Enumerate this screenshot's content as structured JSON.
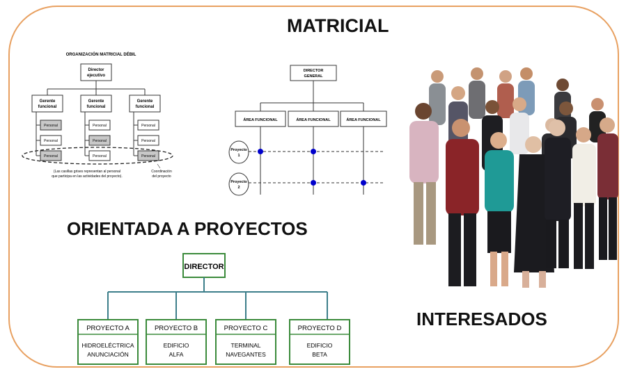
{
  "headings": {
    "matricial": "MATRICIAL",
    "orientada": "ORIENTADA A PROYECTOS",
    "interesados": "INTERESADOS"
  },
  "weak_matrix": {
    "title": "ORGANIZACIÓN MATRICIAL DÉBIL",
    "director": [
      "Director",
      "ejecutivo"
    ],
    "managers": [
      [
        "Gerente",
        "funcional"
      ],
      [
        "Gerente",
        "funcional"
      ],
      [
        "Gerente",
        "funcional"
      ]
    ],
    "staff_label": "Personal",
    "note": [
      "(Las casillas grises representan al personal",
      "que participa en las actividades del proyecto)."
    ],
    "coordination": [
      "Coordinación",
      "del proyecto"
    ]
  },
  "matrix_diagram": {
    "director": [
      "DIRECTOR",
      "GENERAL"
    ],
    "areas": [
      "ÁREA FUNCIONAL",
      "ÁREA FUNCIONAL",
      "ÁREA FUNCIONAL"
    ],
    "projects": [
      [
        "Proyecto",
        "1"
      ],
      [
        "Proyecto",
        "2"
      ]
    ]
  },
  "projectized": {
    "director": "DIRECTOR",
    "projects": [
      {
        "name": "PROYECTO A",
        "line1": "HIDROELÉCTRICA",
        "line2": "ANUNCIACIÓN"
      },
      {
        "name": "PROYECTO B",
        "line1": "EDIFICIO",
        "line2": "ALFA"
      },
      {
        "name": "PROYECTO C",
        "line1": "TERMINAL",
        "line2": "NAVEGANTES"
      },
      {
        "name": "PROYECTO D",
        "line1": "EDIFICIO",
        "line2": "BETA"
      }
    ]
  },
  "colors": {
    "frame": "#e8a060",
    "project_box_border": "#3a8a3a",
    "project_lines": "#3c7e8a",
    "dot": "#0000cc",
    "gray_box": "#c8c8c8"
  },
  "photo": {
    "subject": "group-of-people-photo"
  }
}
